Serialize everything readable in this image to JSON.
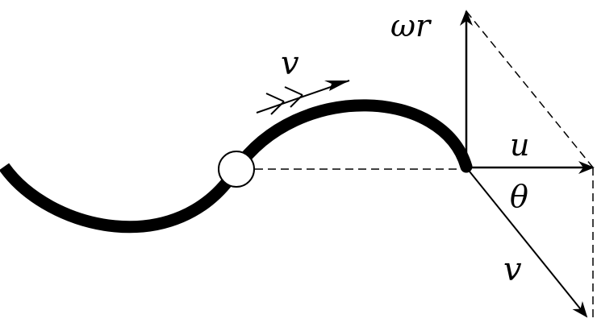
{
  "labels": {
    "v_top": "v",
    "omega_r": "ωr",
    "u": "u",
    "theta": "θ",
    "v_bottom": "v"
  },
  "colors": {
    "ink": "#000000",
    "background": "#ffffff"
  }
}
